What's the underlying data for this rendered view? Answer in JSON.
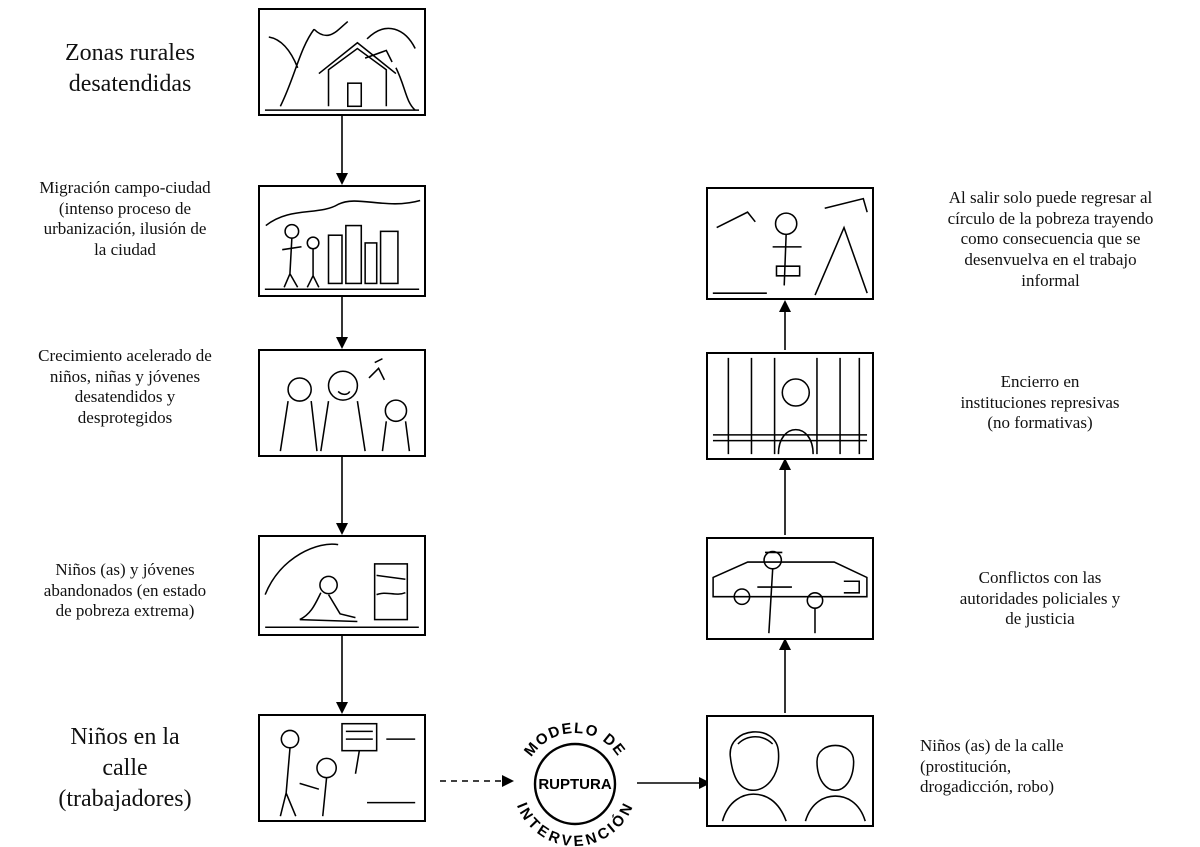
{
  "left_column": [
    {
      "text": "Zonas rurales\ndesatendidas",
      "icon": "rural-house-illustration"
    },
    {
      "text": "Migración campo-ciudad\n(intenso proceso de\nurbanización, ilusión de\nla ciudad",
      "icon": "migrants-city-illustration"
    },
    {
      "text": "Crecimiento acelerado de\nniños, niñas y jóvenes\ndesatendidos y\ndesprotegidos",
      "icon": "children-group-illustration"
    },
    {
      "text": "Niños (as) y jóvenes\nabandonados (en estado\nde pobreza extrema)",
      "icon": "abandoned-child-illustration"
    },
    {
      "text": "Niños en la\ncalle\n(trabajadores)",
      "icon": "working-children-illustration"
    }
  ],
  "right_column": [
    {
      "text": "Al salir solo puede regresar al\ncírculo de la pobreza trayendo\ncomo consecuencia que se\ndesenvuelva en el trabajo\ninformal",
      "icon": "street-vendor-illustration"
    },
    {
      "text": "Encierro en\ninstituciones represivas\n(no formativas)",
      "icon": "prison-bars-illustration"
    },
    {
      "text": "Conflictos con las\nautoridades policiales y\nde justicia",
      "icon": "police-conflict-illustration"
    },
    {
      "text": "Niños (as) de la calle\n(prostitución,\ndrogadicción, robo)",
      "icon": "street-youth-illustration"
    }
  ],
  "center": {
    "top_arc": "MODELO DE",
    "middle": "RUPTURA",
    "bottom_arc": "INTERVENCIÓN"
  },
  "colors": {
    "line": "#000000",
    "background": "#ffffff"
  }
}
